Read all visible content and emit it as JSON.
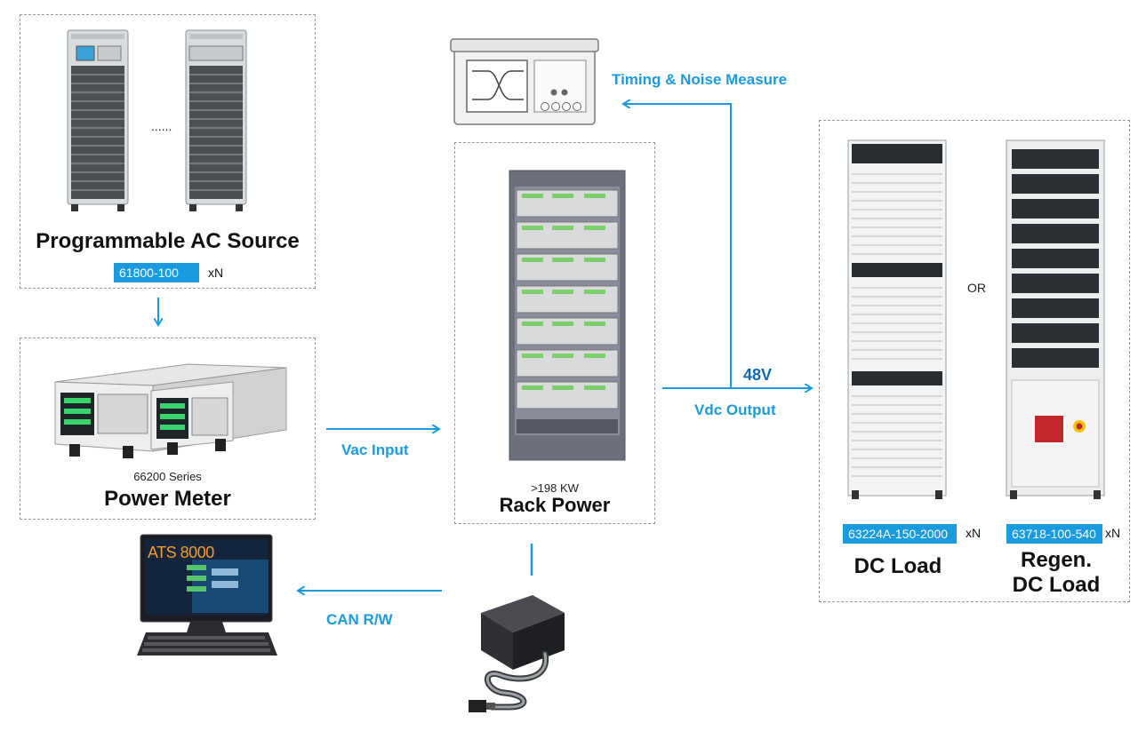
{
  "ac_source": {
    "title": "Programmable AC Source",
    "model": "61800-100",
    "multiplier": "xN",
    "ellipsis": "......"
  },
  "power_meter": {
    "series": "66200 Series",
    "title": "Power Meter"
  },
  "rack_power": {
    "spec": ">198 KW",
    "title": "Rack Power"
  },
  "oscilloscope": {
    "label": "Timing & Noise Measure"
  },
  "dc_load": {
    "model": "63224A-150-2000",
    "multiplier": "xN",
    "title": "DC Load"
  },
  "or_label": "OR",
  "regen_load": {
    "model": "63718-100-540",
    "multiplier": "xN",
    "title_line1": "Regen.",
    "title_line2": "DC Load"
  },
  "flows": {
    "vac_input": "Vac Input",
    "vdc_voltage": "48V",
    "vdc_output": "Vdc Output",
    "can_rw": "CAN R/W"
  },
  "pc_screen_text": "ATS 8000",
  "colors": {
    "accent": "#1a9be0",
    "voltage": "#0f6aa8",
    "dashed_border": "#9a9a9a"
  }
}
